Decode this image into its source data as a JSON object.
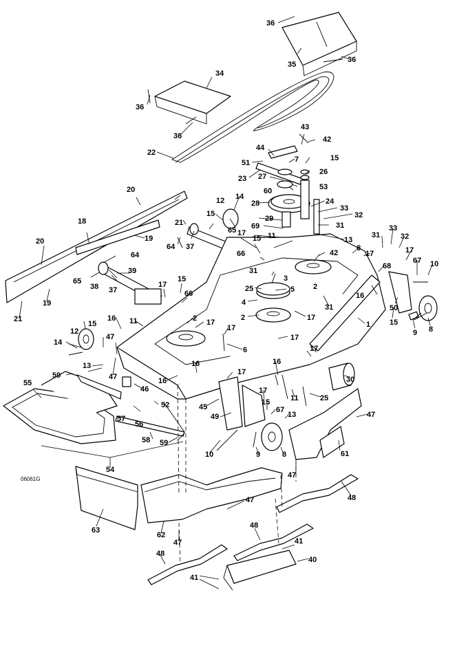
{
  "diagram": {
    "drawing_code": "06061G",
    "callouts": {
      "p1": "1",
      "p2": "2",
      "p3": "3",
      "p4": "4",
      "p5": "5",
      "p6": "6",
      "p7": "7",
      "p8": "8",
      "p9": "9",
      "p10": "10",
      "p11": "11",
      "p12": "12",
      "p13": "13",
      "p14": "14",
      "p15": "15",
      "p16": "16",
      "p17": "17",
      "p18": "18",
      "p19": "19",
      "p20": "20",
      "p21": "21",
      "p22": "22",
      "p23": "23",
      "p24": "24",
      "p25": "25",
      "p26": "26",
      "p27": "27",
      "p28": "28",
      "p29": "29",
      "p30": "30",
      "p31": "31",
      "p32": "32",
      "p33": "33",
      "p34": "34",
      "p35": "35",
      "p36": "36",
      "p37": "37",
      "p38": "38",
      "p39": "39",
      "p40": "40",
      "p41": "41",
      "p42": "42",
      "p43": "43",
      "p44": "44",
      "p45": "45",
      "p46": "46",
      "p47": "47",
      "p48": "48",
      "p49": "49",
      "p50": "50",
      "p51": "51",
      "p52": "52",
      "p53": "53",
      "p54": "54",
      "p55": "55",
      "p56": "56",
      "p57": "57",
      "p58": "58",
      "p59": "59",
      "p60": "60",
      "p61": "61",
      "p62": "62",
      "p63": "63",
      "p64": "64",
      "p65": "65",
      "p66": "66",
      "p67": "67",
      "p68": "68",
      "p69": "69"
    }
  }
}
